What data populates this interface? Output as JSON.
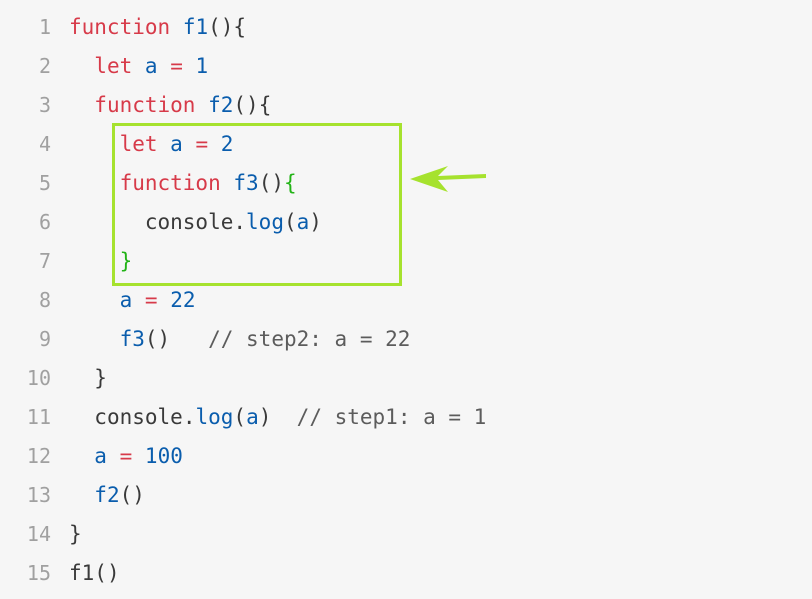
{
  "colors": {
    "background": "#f6f6f6",
    "keyword": "#d73a49",
    "identifier": "#0a5dad",
    "plain": "#3a3a3a",
    "comment": "#5c5c5c",
    "line_number": "#a0a0a0",
    "green_brace": "#22b316",
    "highlight": "#a6e22e"
  },
  "highlight": {
    "lines": [
      4,
      7
    ],
    "arrow_icon": "arrow-left-icon"
  },
  "lines": [
    {
      "num": "1",
      "tokens": [
        {
          "t": "function",
          "c": "kw"
        },
        {
          "t": " ",
          "c": "pl"
        },
        {
          "t": "f1",
          "c": "fn"
        },
        {
          "t": "(){",
          "c": "pl"
        }
      ]
    },
    {
      "num": "2",
      "tokens": [
        {
          "t": "  ",
          "c": "pl"
        },
        {
          "t": "let",
          "c": "kw"
        },
        {
          "t": " ",
          "c": "pl"
        },
        {
          "t": "a",
          "c": "vr"
        },
        {
          "t": " ",
          "c": "pl"
        },
        {
          "t": "=",
          "c": "kw"
        },
        {
          "t": " ",
          "c": "pl"
        },
        {
          "t": "1",
          "c": "nm"
        }
      ]
    },
    {
      "num": "3",
      "tokens": [
        {
          "t": "  ",
          "c": "pl"
        },
        {
          "t": "function",
          "c": "kw"
        },
        {
          "t": " ",
          "c": "pl"
        },
        {
          "t": "f2",
          "c": "fn"
        },
        {
          "t": "(){",
          "c": "pl"
        }
      ]
    },
    {
      "num": "4",
      "tokens": [
        {
          "t": "    ",
          "c": "pl"
        },
        {
          "t": "let",
          "c": "kw"
        },
        {
          "t": " ",
          "c": "pl"
        },
        {
          "t": "a",
          "c": "vr"
        },
        {
          "t": " ",
          "c": "pl"
        },
        {
          "t": "=",
          "c": "kw"
        },
        {
          "t": " ",
          "c": "pl"
        },
        {
          "t": "2",
          "c": "nm"
        }
      ]
    },
    {
      "num": "5",
      "tokens": [
        {
          "t": "    ",
          "c": "pl"
        },
        {
          "t": "function",
          "c": "kw"
        },
        {
          "t": " ",
          "c": "pl"
        },
        {
          "t": "f3",
          "c": "fn"
        },
        {
          "t": "()",
          "c": "pl"
        },
        {
          "t": "{",
          "c": "br"
        }
      ]
    },
    {
      "num": "6",
      "tokens": [
        {
          "t": "      ",
          "c": "pl"
        },
        {
          "t": "console",
          "c": "pl"
        },
        {
          "t": ".",
          "c": "pl"
        },
        {
          "t": "log",
          "c": "fn"
        },
        {
          "t": "(",
          "c": "pl"
        },
        {
          "t": "a",
          "c": "vr"
        },
        {
          "t": ")",
          "c": "pl"
        }
      ]
    },
    {
      "num": "7",
      "tokens": [
        {
          "t": "    ",
          "c": "pl"
        },
        {
          "t": "}",
          "c": "br"
        }
      ]
    },
    {
      "num": "8",
      "tokens": [
        {
          "t": "    ",
          "c": "pl"
        },
        {
          "t": "a",
          "c": "vr"
        },
        {
          "t": " ",
          "c": "pl"
        },
        {
          "t": "=",
          "c": "kw"
        },
        {
          "t": " ",
          "c": "pl"
        },
        {
          "t": "22",
          "c": "nm"
        }
      ]
    },
    {
      "num": "9",
      "tokens": [
        {
          "t": "    ",
          "c": "pl"
        },
        {
          "t": "f3",
          "c": "fn"
        },
        {
          "t": "()",
          "c": "pl"
        },
        {
          "t": "   ",
          "c": "pl"
        },
        {
          "t": "// step2: a = 22",
          "c": "cm"
        }
      ]
    },
    {
      "num": "10",
      "tokens": [
        {
          "t": "  ",
          "c": "pl"
        },
        {
          "t": "}",
          "c": "pl"
        }
      ]
    },
    {
      "num": "11",
      "tokens": [
        {
          "t": "  ",
          "c": "pl"
        },
        {
          "t": "console",
          "c": "pl"
        },
        {
          "t": ".",
          "c": "pl"
        },
        {
          "t": "log",
          "c": "fn"
        },
        {
          "t": "(",
          "c": "pl"
        },
        {
          "t": "a",
          "c": "vr"
        },
        {
          "t": ")",
          "c": "pl"
        },
        {
          "t": "  ",
          "c": "pl"
        },
        {
          "t": "// step1: a = 1",
          "c": "cm"
        }
      ]
    },
    {
      "num": "12",
      "tokens": [
        {
          "t": "  ",
          "c": "pl"
        },
        {
          "t": "a",
          "c": "vr"
        },
        {
          "t": " ",
          "c": "pl"
        },
        {
          "t": "=",
          "c": "kw"
        },
        {
          "t": " ",
          "c": "pl"
        },
        {
          "t": "100",
          "c": "nm"
        }
      ]
    },
    {
      "num": "13",
      "tokens": [
        {
          "t": "  ",
          "c": "pl"
        },
        {
          "t": "f2",
          "c": "fn"
        },
        {
          "t": "()",
          "c": "pl"
        }
      ]
    },
    {
      "num": "14",
      "tokens": [
        {
          "t": "}",
          "c": "pl"
        }
      ]
    },
    {
      "num": "15",
      "tokens": [
        {
          "t": "f1",
          "c": "pl"
        },
        {
          "t": "()",
          "c": "pl"
        }
      ]
    }
  ]
}
